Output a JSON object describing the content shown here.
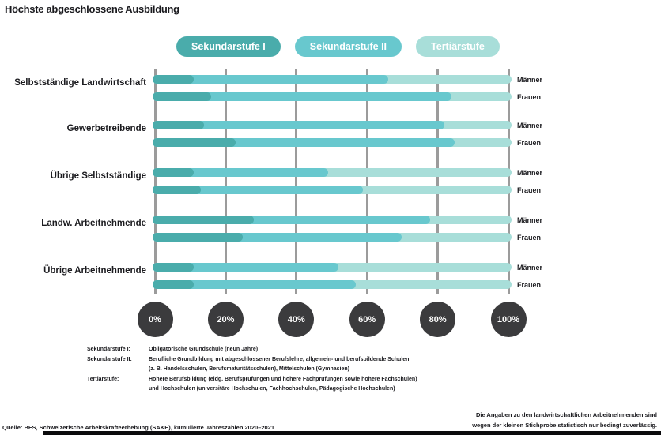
{
  "title": "Höchste abgeschlossene Ausbildung",
  "colors": {
    "sekundarstufe1": "#4aacab",
    "sekundarstufe2": "#68c8ce",
    "tertiaerstufe": "#a8ded9",
    "gridline": "#9b9b9b",
    "axis_circle": "#3b3b3d",
    "text": "#1a1a1e"
  },
  "legend": [
    {
      "label": "Sekundarstufe I",
      "color": "#4aacab"
    },
    {
      "label": "Sekundarstufe II",
      "color": "#68c8ce"
    },
    {
      "label": "Tertiärstufe",
      "color": "#a8ded9"
    }
  ],
  "chart_data": {
    "type": "bar",
    "orientation": "horizontal",
    "stacked": true,
    "unit": "%",
    "xlim": [
      0,
      100
    ],
    "x_ticks": [
      "0%",
      "20%",
      "40%",
      "60%",
      "80%",
      "100%"
    ],
    "grid": true,
    "legend_position": "top",
    "series_names": [
      "Sekundarstufe I",
      "Sekundarstufe II",
      "Tertiärstufe"
    ],
    "categories": [
      "Selbstständige Landwirtschaft",
      "Gewerbetreibende",
      "Übrige Selbstständige",
      "Landw. Arbeitnehmende",
      "Übrige Arbeitnehmende"
    ],
    "groups": [
      "Männer",
      "Frauen"
    ],
    "rows": [
      {
        "category": "Selbstständige Landwirtschaft",
        "bars": [
          {
            "group": "Männer",
            "values": [
              10,
              55,
              35
            ]
          },
          {
            "group": "Frauen",
            "values": [
              15,
              68,
              17
            ]
          }
        ]
      },
      {
        "category": "Gewerbetreibende",
        "bars": [
          {
            "group": "Männer",
            "values": [
              13,
              68,
              19
            ]
          },
          {
            "group": "Frauen",
            "values": [
              22,
              62,
              16
            ]
          }
        ]
      },
      {
        "category": "Übrige Selbstständige",
        "bars": [
          {
            "group": "Männer",
            "values": [
              10,
              38,
              52
            ]
          },
          {
            "group": "Frauen",
            "values": [
              12,
              46,
              42
            ]
          }
        ]
      },
      {
        "category": "Landw. Arbeitnehmende",
        "bars": [
          {
            "group": "Männer",
            "values": [
              27,
              50,
              23
            ]
          },
          {
            "group": "Frauen",
            "values": [
              24,
              45,
              31
            ]
          }
        ]
      },
      {
        "category": "Übrige Arbeitnehmende",
        "bars": [
          {
            "group": "Männer",
            "values": [
              10,
              41,
              49
            ]
          },
          {
            "group": "Frauen",
            "values": [
              10,
              46,
              44
            ]
          }
        ]
      }
    ]
  },
  "footnotes": [
    {
      "term": "Sekundarstufe I:",
      "lines": [
        "Obligatorische Grundschule (neun Jahre)"
      ]
    },
    {
      "term": "Sekundarstufe II:",
      "lines": [
        "Berufliche Grundbildung mit abgeschlossener Berufslehre, allgemein- und berufsbildende Schulen",
        "(z. B. Handelsschulen, Berufsmaturitätsschulen), Mittelschulen (Gymnasien)"
      ]
    },
    {
      "term": "Tertiärstufe:",
      "lines": [
        "Höhere Berufsbildung (eidg. Berufsprüfungen und höhere Fachprüfungen sowie höhere Fachschulen)",
        "und Hochschulen (universitäre Hochschulen, Fachhochschulen, Pädagogische Hochschulen)"
      ]
    }
  ],
  "source": "Quelle: BFS, Schweizerische Arbeitskräfteerhebung (SAKE), kumulierte Jahreszahlen 2020–2021",
  "note": [
    "Die Angaben zu den landwirtschaftlichen Arbeitnehmenden sind",
    "wegen der kleinen Stichprobe statistisch nur bedingt zuverlässig."
  ]
}
